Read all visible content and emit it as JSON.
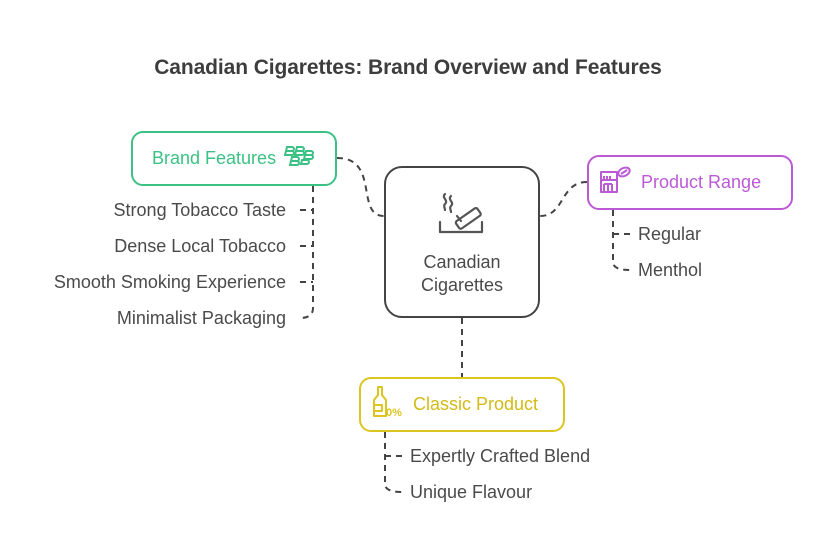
{
  "title": "Canadian Cigarettes: Brand Overview and Features",
  "colors": {
    "brand_features": "#3cc184",
    "product_range": "#bb5ad6",
    "classic_product": "#dcc521",
    "center": "#444444",
    "text": "#4a4a4a",
    "connector": "#444444"
  },
  "center": {
    "label_line1": "Canadian",
    "label_line2": "Cigarettes",
    "icon": "ashtray-cigarette-icon"
  },
  "branches": {
    "brand_features": {
      "label": "Brand Features",
      "icon": "blackberry-logo-icon",
      "items": [
        "Strong Tobacco Taste",
        "Dense Local Tobacco",
        "Smooth Smoking Experience",
        "Minimalist Packaging"
      ]
    },
    "product_range": {
      "label": "Product Range",
      "icon": "shop-shelf-pill-icon",
      "items": [
        "Regular",
        "Menthol"
      ]
    },
    "classic_product": {
      "label": "Classic Product",
      "icon": "bottle-zero-percent-icon",
      "items": [
        "Expertly Crafted Blend",
        "Unique Flavour"
      ]
    }
  }
}
